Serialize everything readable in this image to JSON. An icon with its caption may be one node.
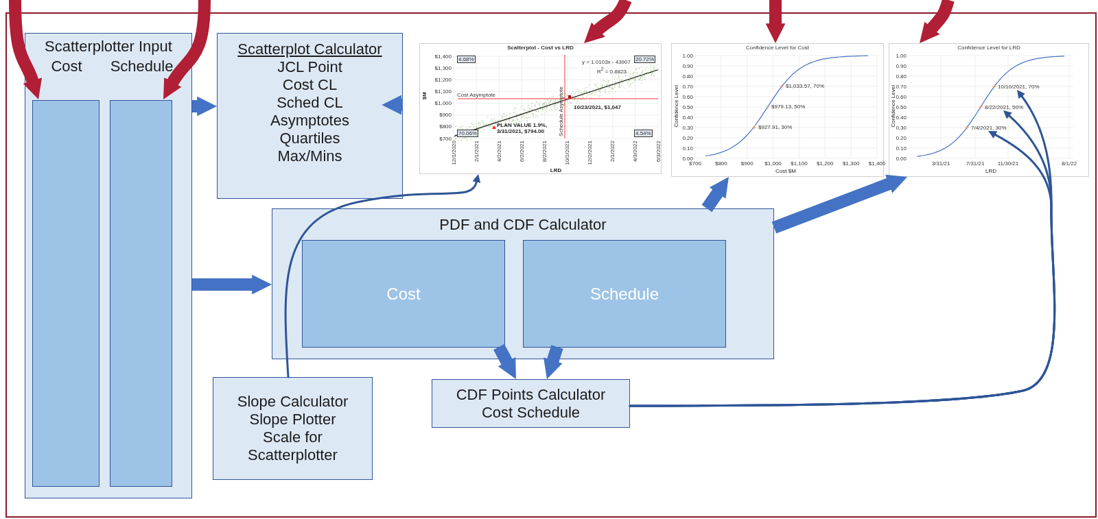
{
  "diagram": {
    "nodes": [
      {
        "text": [
          "Scatterplotter Input"
        ]
      },
      {
        "text": [],
        "shape": "box",
        "in": 0,
        "beside": [
          "Cost"
        ]
      },
      {
        "text": [],
        "shape": "box",
        "in": 0,
        "beside": [
          "Schedule"
        ]
      },
      {
        "text": [
          "Scatterplot Calculator",
          "JCL Point",
          "Cost CL",
          "Sched CL",
          "Asymptotes",
          "Quartiles",
          "Max/Mins"
        ]
      },
      {
        "text": [
          "Scatterplot - Cost vs LRD",
          "$M",
          "LRD",
          "$1,400",
          "$1,300",
          "$1,200",
          "$1,100",
          "$1,000",
          "$900",
          "$800",
          "$700",
          "12/1/2020",
          "2/1/2021",
          "4/2/2021",
          "6/2/2021",
          "8/2/2021",
          "10/2/2021",
          "12/2/2021",
          "2/1/2022",
          "4/3/2022",
          "6/3/2022",
          "Cost Asymptote",
          "Schedule Asymptote",
          "10/23/2021, $1,047",
          "PLAN VALUE 1.9%, 3/31/2021, $794.00",
          "y = 1.0103x - 43907",
          "R$^{2}$ = 0.8823",
          "4.68%",
          "20.72%",
          "70.06%",
          "4.54%"
        ]
      },
      {
        "text": [
          "Confidence Level for Cost",
          "Confidence Level",
          "Cost $M",
          "1.00",
          "0.90",
          "0.80",
          "0.70",
          "0.60",
          "0.50",
          "0.40",
          "0.30",
          "0.20",
          "0.10",
          "0.00",
          "$700",
          "$800",
          "$900",
          "$1,000",
          "$1,100",
          "$1,200",
          "$1,300",
          "$1,400",
          "$1,033.57, 70%",
          "$979.13, 50%",
          "$927.91, 30%"
        ]
      },
      {
        "text": [
          "Confidence Level for LRD",
          "Confidence Level",
          "LRD",
          "1.00",
          "0.90",
          "0.80",
          "0.70",
          "0.60",
          "0.50",
          "0.40",
          "0.30",
          "0.20",
          "0.10",
          "0.00",
          "3/31/21",
          "7/31/21",
          "11/30/21",
          "8/1/22"
        ]
      },
      {
        "text": [
          "10/10/2021, 70%"
        ],
        "in": 6
      },
      {
        "text": [
          "8/22/2021, 50%"
        ],
        "in": 6
      },
      {
        "text": [
          "7/4/2021, 30%"
        ],
        "in": 6
      },
      {
        "text": [
          "PDF and CDF Calculator"
        ]
      },
      {
        "text": [
          "Cost"
        ],
        "in": 10
      },
      {
        "text": [
          "Schedule"
        ],
        "in": 10
      },
      {
        "text": [
          "Slope Calculator",
          "Slope Plotter",
          "Scale for Scatterplotter"
        ]
      },
      {
        "text": [
          "CDF Points Calculator",
          "Cost Schedule"
        ]
      }
    ],
    "edges": [
      {
        "from": null,
        "to": 1,
        "arrow": "to",
        "color": "#b01f35"
      },
      {
        "from": null,
        "to": 2,
        "arrow": "to",
        "color": "#b01f35"
      },
      {
        "from": null,
        "to": 4,
        "arrow": "to",
        "color": "#b01f35"
      },
      {
        "from": null,
        "to": 5,
        "arrow": "to",
        "color": "#b01f35"
      },
      {
        "from": null,
        "to": 6,
        "arrow": "to",
        "color": "#b01f35"
      },
      {
        "from": 0,
        "to": 3,
        "arrow": "to"
      },
      {
        "from": 3,
        "to": 4,
        "arrow": "to"
      },
      {
        "from": 0,
        "to": 10,
        "arrow": "to"
      },
      {
        "from": 10,
        "to": 5,
        "arrow": "to"
      },
      {
        "from": 10,
        "to": 6,
        "arrow": "to"
      },
      {
        "from": 11,
        "to": 14,
        "arrow": "to"
      },
      {
        "from": 12,
        "to": 14,
        "arrow": "to"
      },
      {
        "from": 13,
        "to": 4,
        "arrow": "to",
        "color": "#2f5597"
      },
      {
        "from": 14,
        "to": 7,
        "arrow": "to",
        "color": "#2f5597"
      },
      {
        "from": 14,
        "to": 8,
        "arrow": "to",
        "color": "#2f5597"
      },
      {
        "from": 14,
        "to": 9,
        "arrow": "to",
        "color": "#2f5597"
      }
    ]
  }
}
